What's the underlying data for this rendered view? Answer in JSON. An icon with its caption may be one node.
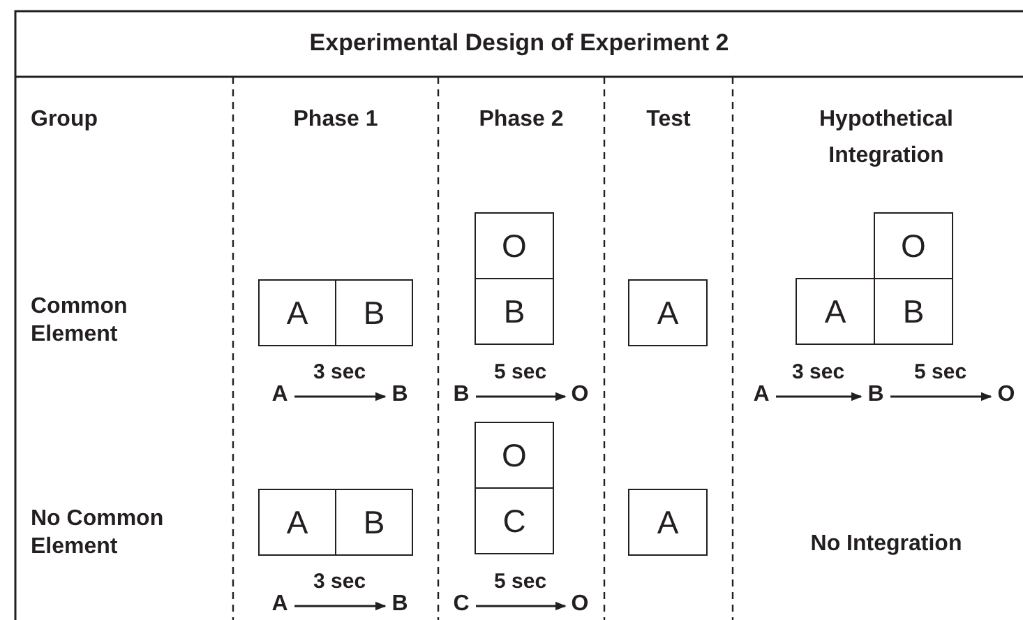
{
  "diagram": {
    "title": "Experimental Design of Experiment 2",
    "nodes": [
      {
        "text": [
          "A"
        ]
      },
      {
        "text": [
          "B"
        ]
      },
      {
        "text": [
          "O"
        ]
      },
      {
        "text": [
          "B"
        ]
      },
      {
        "text": [
          "A"
        ]
      },
      {
        "text": [
          "O"
        ]
      },
      {
        "text": [
          "A"
        ]
      },
      {
        "text": [
          "B"
        ]
      },
      {
        "text": [
          "A"
        ]
      },
      {
        "text": [
          "B"
        ]
      },
      {
        "text": [
          "B"
        ]
      },
      {
        "text": [
          "O"
        ]
      },
      {
        "text": [
          "A"
        ]
      },
      {
        "text": [
          "B"
        ]
      },
      {
        "text": [
          "O"
        ]
      },
      {
        "text": [
          "A"
        ]
      },
      {
        "text": [
          "B"
        ]
      },
      {
        "text": [
          "O"
        ]
      },
      {
        "text": [
          "C"
        ]
      },
      {
        "text": [
          "A"
        ]
      },
      {
        "text": [
          "A"
        ]
      },
      {
        "text": [
          "B"
        ]
      },
      {
        "text": [
          "C"
        ]
      },
      {
        "text": [
          "O"
        ]
      }
    ],
    "edges": [
      {
        "from": 8,
        "to": 9,
        "arrow": "to",
        "label": "3 sec"
      },
      {
        "from": 10,
        "to": 11,
        "arrow": "to",
        "label": "5 sec"
      },
      {
        "from": 12,
        "to": 13,
        "arrow": "to",
        "label": "3 sec"
      },
      {
        "from": 13,
        "to": 14,
        "arrow": "to",
        "label": "5 sec"
      },
      {
        "from": 20,
        "to": 21,
        "arrow": "to",
        "label": "3 sec"
      },
      {
        "from": 22,
        "to": 23,
        "arrow": "to",
        "label": "5 sec"
      }
    ],
    "labels": [
      "Group",
      "Phase 1",
      "Phase 2",
      "Test",
      "Hypothetical Integration",
      "Common Element",
      "No Common Element",
      "No Integration"
    ]
  }
}
